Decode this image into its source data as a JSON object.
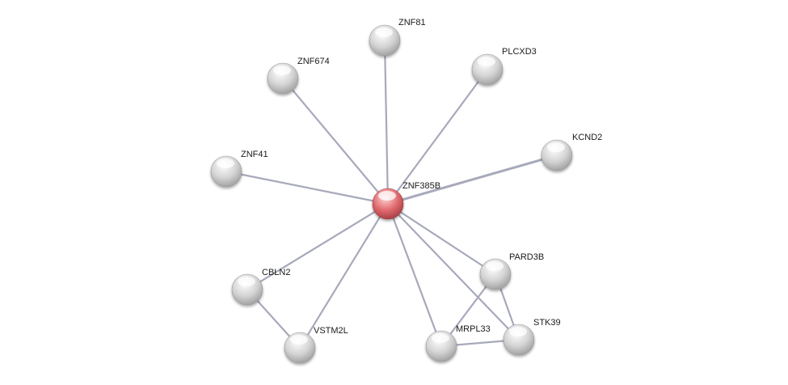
{
  "network": {
    "nodes": [
      {
        "id": "ZNF385B",
        "label": "ZNF385B",
        "query": true
      },
      {
        "id": "ZNF81",
        "label": "ZNF81"
      },
      {
        "id": "ZNF674",
        "label": "ZNF674"
      },
      {
        "id": "PLCXD3",
        "label": "PLCXD3"
      },
      {
        "id": "KCND2",
        "label": "KCND2"
      },
      {
        "id": "ZNF41",
        "label": "ZNF41"
      },
      {
        "id": "CBLN2",
        "label": "CBLN2"
      },
      {
        "id": "VSTM2L",
        "label": "VSTM2L"
      },
      {
        "id": "PARD3B",
        "label": "PARD3B"
      },
      {
        "id": "MRPL33",
        "label": "MRPL33"
      },
      {
        "id": "STK39",
        "label": "STK39"
      }
    ],
    "edges": [
      {
        "source": "ZNF385B",
        "target": "ZNF81"
      },
      {
        "source": "ZNF385B",
        "target": "ZNF674"
      },
      {
        "source": "ZNF385B",
        "target": "PLCXD3"
      },
      {
        "source": "ZNF385B",
        "target": "KCND2",
        "strong": true
      },
      {
        "source": "ZNF385B",
        "target": "ZNF41"
      },
      {
        "source": "ZNF385B",
        "target": "CBLN2"
      },
      {
        "source": "ZNF385B",
        "target": "VSTM2L"
      },
      {
        "source": "ZNF385B",
        "target": "PARD3B"
      },
      {
        "source": "ZNF385B",
        "target": "MRPL33"
      },
      {
        "source": "ZNF385B",
        "target": "STK39"
      },
      {
        "source": "CBLN2",
        "target": "VSTM2L"
      },
      {
        "source": "PARD3B",
        "target": "MRPL33"
      },
      {
        "source": "PARD3B",
        "target": "STK39"
      },
      {
        "source": "MRPL33",
        "target": "STK39"
      }
    ],
    "colors": {
      "query_node": "#e06a6e",
      "query_node_light": "#ffd7d8",
      "query_node_dark": "#9e3b40",
      "node": "#d4d4d4",
      "node_light": "#ffffff",
      "node_dark": "#9a9a9a",
      "edge": "#a7a9bb"
    }
  }
}
